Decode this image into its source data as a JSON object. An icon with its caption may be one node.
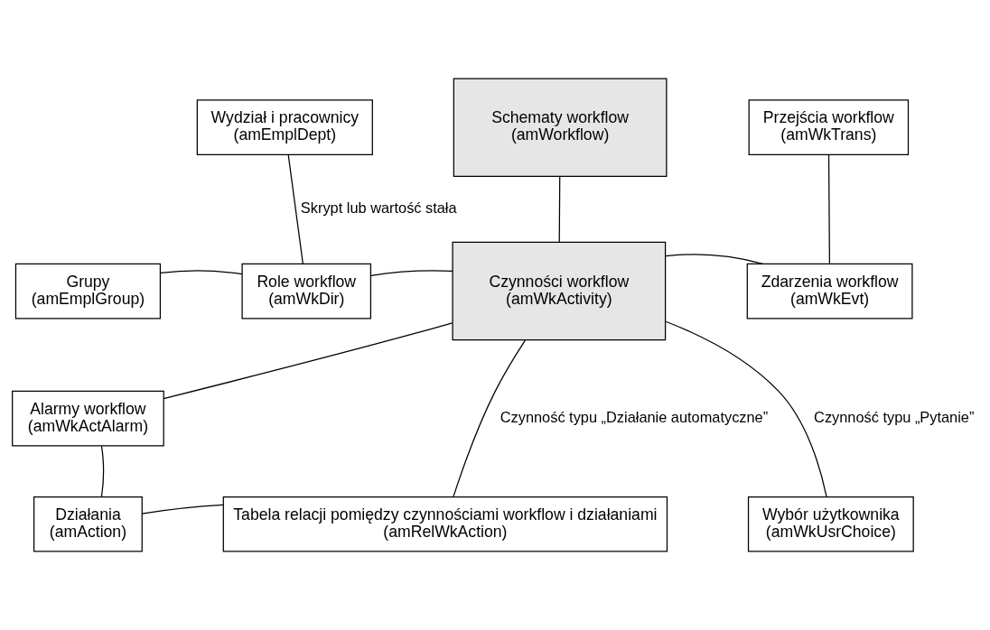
{
  "diagram": {
    "nodes": [
      {
        "text": [
          "Wydział i pracownicy",
          "(amEmplDept)"
        ]
      },
      {
        "text": [
          "Schematy workflow",
          "(amWorkflow)"
        ]
      },
      {
        "text": [
          "Przejścia workflow",
          "(amWkTrans)"
        ]
      },
      {
        "text": [
          "Grupy",
          "(amEmplGroup)"
        ]
      },
      {
        "text": [
          "Role workflow",
          "(amWkDir)"
        ]
      },
      {
        "text": [
          "Czynności workflow",
          "(amWkActivity)"
        ]
      },
      {
        "text": [
          "Zdarzenia workflow",
          "(amWkEvt)"
        ]
      },
      {
        "text": [
          "Alarmy workflow",
          "(amWkActAlarm)"
        ]
      },
      {
        "text": [
          "Działania",
          "(amAction)"
        ]
      },
      {
        "text": [
          "Tabela relacji pomiędzy czynnościami workflow i działaniami",
          "(amRelWkAction)"
        ]
      },
      {
        "text": [
          "Wybór użytkownika",
          "(amWkUsrChoice)"
        ]
      }
    ],
    "edges": [
      {
        "from": 0,
        "to": 4,
        "arrow": "none",
        "label": "Skrypt lub wartość stała"
      },
      {
        "from": 3,
        "to": 4,
        "arrow": "none"
      },
      {
        "from": 4,
        "to": 5,
        "arrow": "none"
      },
      {
        "from": 1,
        "to": 5,
        "arrow": "none"
      },
      {
        "from": 2,
        "to": 6,
        "arrow": "none"
      },
      {
        "from": 5,
        "to": 6,
        "arrow": "none"
      },
      {
        "from": 7,
        "to": 5,
        "arrow": "none"
      },
      {
        "from": 7,
        "to": 8,
        "arrow": "none"
      },
      {
        "from": 8,
        "to": 9,
        "arrow": "none"
      },
      {
        "from": 5,
        "to": 9,
        "arrow": "none",
        "label": "Czynność typu „Działanie automatyczne”"
      },
      {
        "from": 5,
        "to": 10,
        "arrow": "none",
        "label": "Czynność typu „Pytanie”"
      }
    ]
  }
}
